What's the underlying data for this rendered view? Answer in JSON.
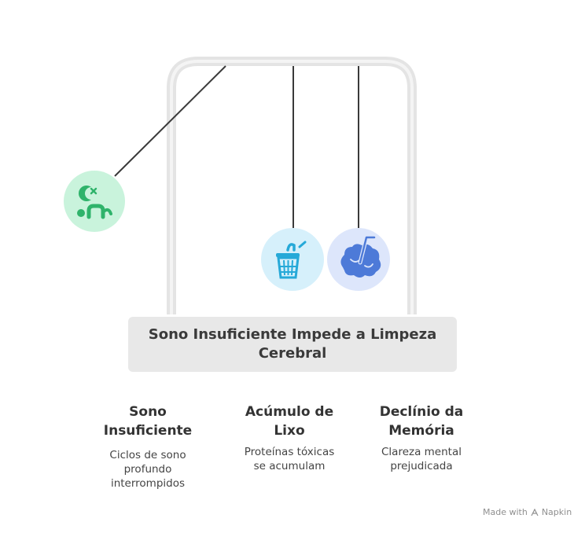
{
  "diagram": {
    "title": "Sono Insuficiente Impede a Limpeza Cerebral",
    "items": [
      {
        "title_line1": "Sono",
        "title_line2": "Insuficiente",
        "desc_line1": "Ciclos de sono",
        "desc_line2": "profundo",
        "desc_line3": "interrompidos",
        "icon": "sleep-disruption-icon",
        "color": "#c9f3dc",
        "icon_color": "#2fb36b"
      },
      {
        "title_line1": "Acúmulo de",
        "title_line2": "Lixo",
        "desc_line1": "Proteínas tóxicas",
        "desc_line2": "se acumulam",
        "icon": "trash-basket-icon",
        "color": "#d6f0fb",
        "icon_color": "#26a9d8"
      },
      {
        "title_line1": "Declínio da",
        "title_line2": "Memória",
        "desc_line1": "Clareza mental",
        "desc_line2": "prejudicada",
        "icon": "brain-icon",
        "color": "#dde6fb",
        "icon_color": "#4d7ad8"
      }
    ]
  },
  "watermark": {
    "made_with": "Made with",
    "brand": "Napkin"
  }
}
